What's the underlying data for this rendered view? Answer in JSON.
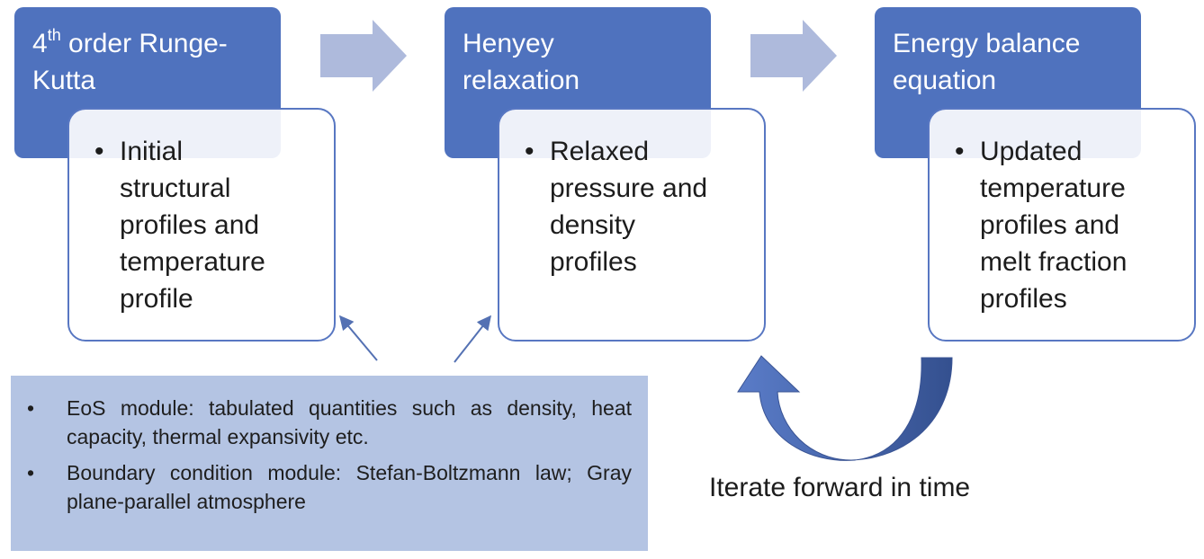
{
  "stages": [
    {
      "title_prefix": "4",
      "title_sup": "th",
      "title_rest": " order Runge-\nKutta",
      "bullet": "•",
      "output": "Initial\nstructural\nprofiles and\ntemperature\nprofile"
    },
    {
      "title_prefix": "Henyey\nrelaxation",
      "title_sup": "",
      "title_rest": "",
      "bullet": "•",
      "output": "Relaxed\npressure and\ndensity\nprofiles"
    },
    {
      "title_prefix": "Energy balance\nequation",
      "title_sup": "",
      "title_rest": "",
      "bullet": "•",
      "output": "Updated\ntemperature\nprofiles and\nmelt fraction\nprofiles"
    }
  ],
  "modules": {
    "bullet": "•",
    "items": [
      "EoS module: tabulated quantities such as density, heat capacity, thermal expansivity etc.",
      "Boundary condition module: Stefan-Boltzmann law; Gray plane-parallel atmosphere"
    ]
  },
  "iterate_label": "Iterate forward in time",
  "colors": {
    "stage_header": "#4f72be",
    "stage_border": "#5877c2",
    "flow_arrow": "#aebadc",
    "module_box": "#b4c4e3",
    "loop_arrow_dark": "#3a5494",
    "loop_arrow_light": "#5a7cc8"
  }
}
